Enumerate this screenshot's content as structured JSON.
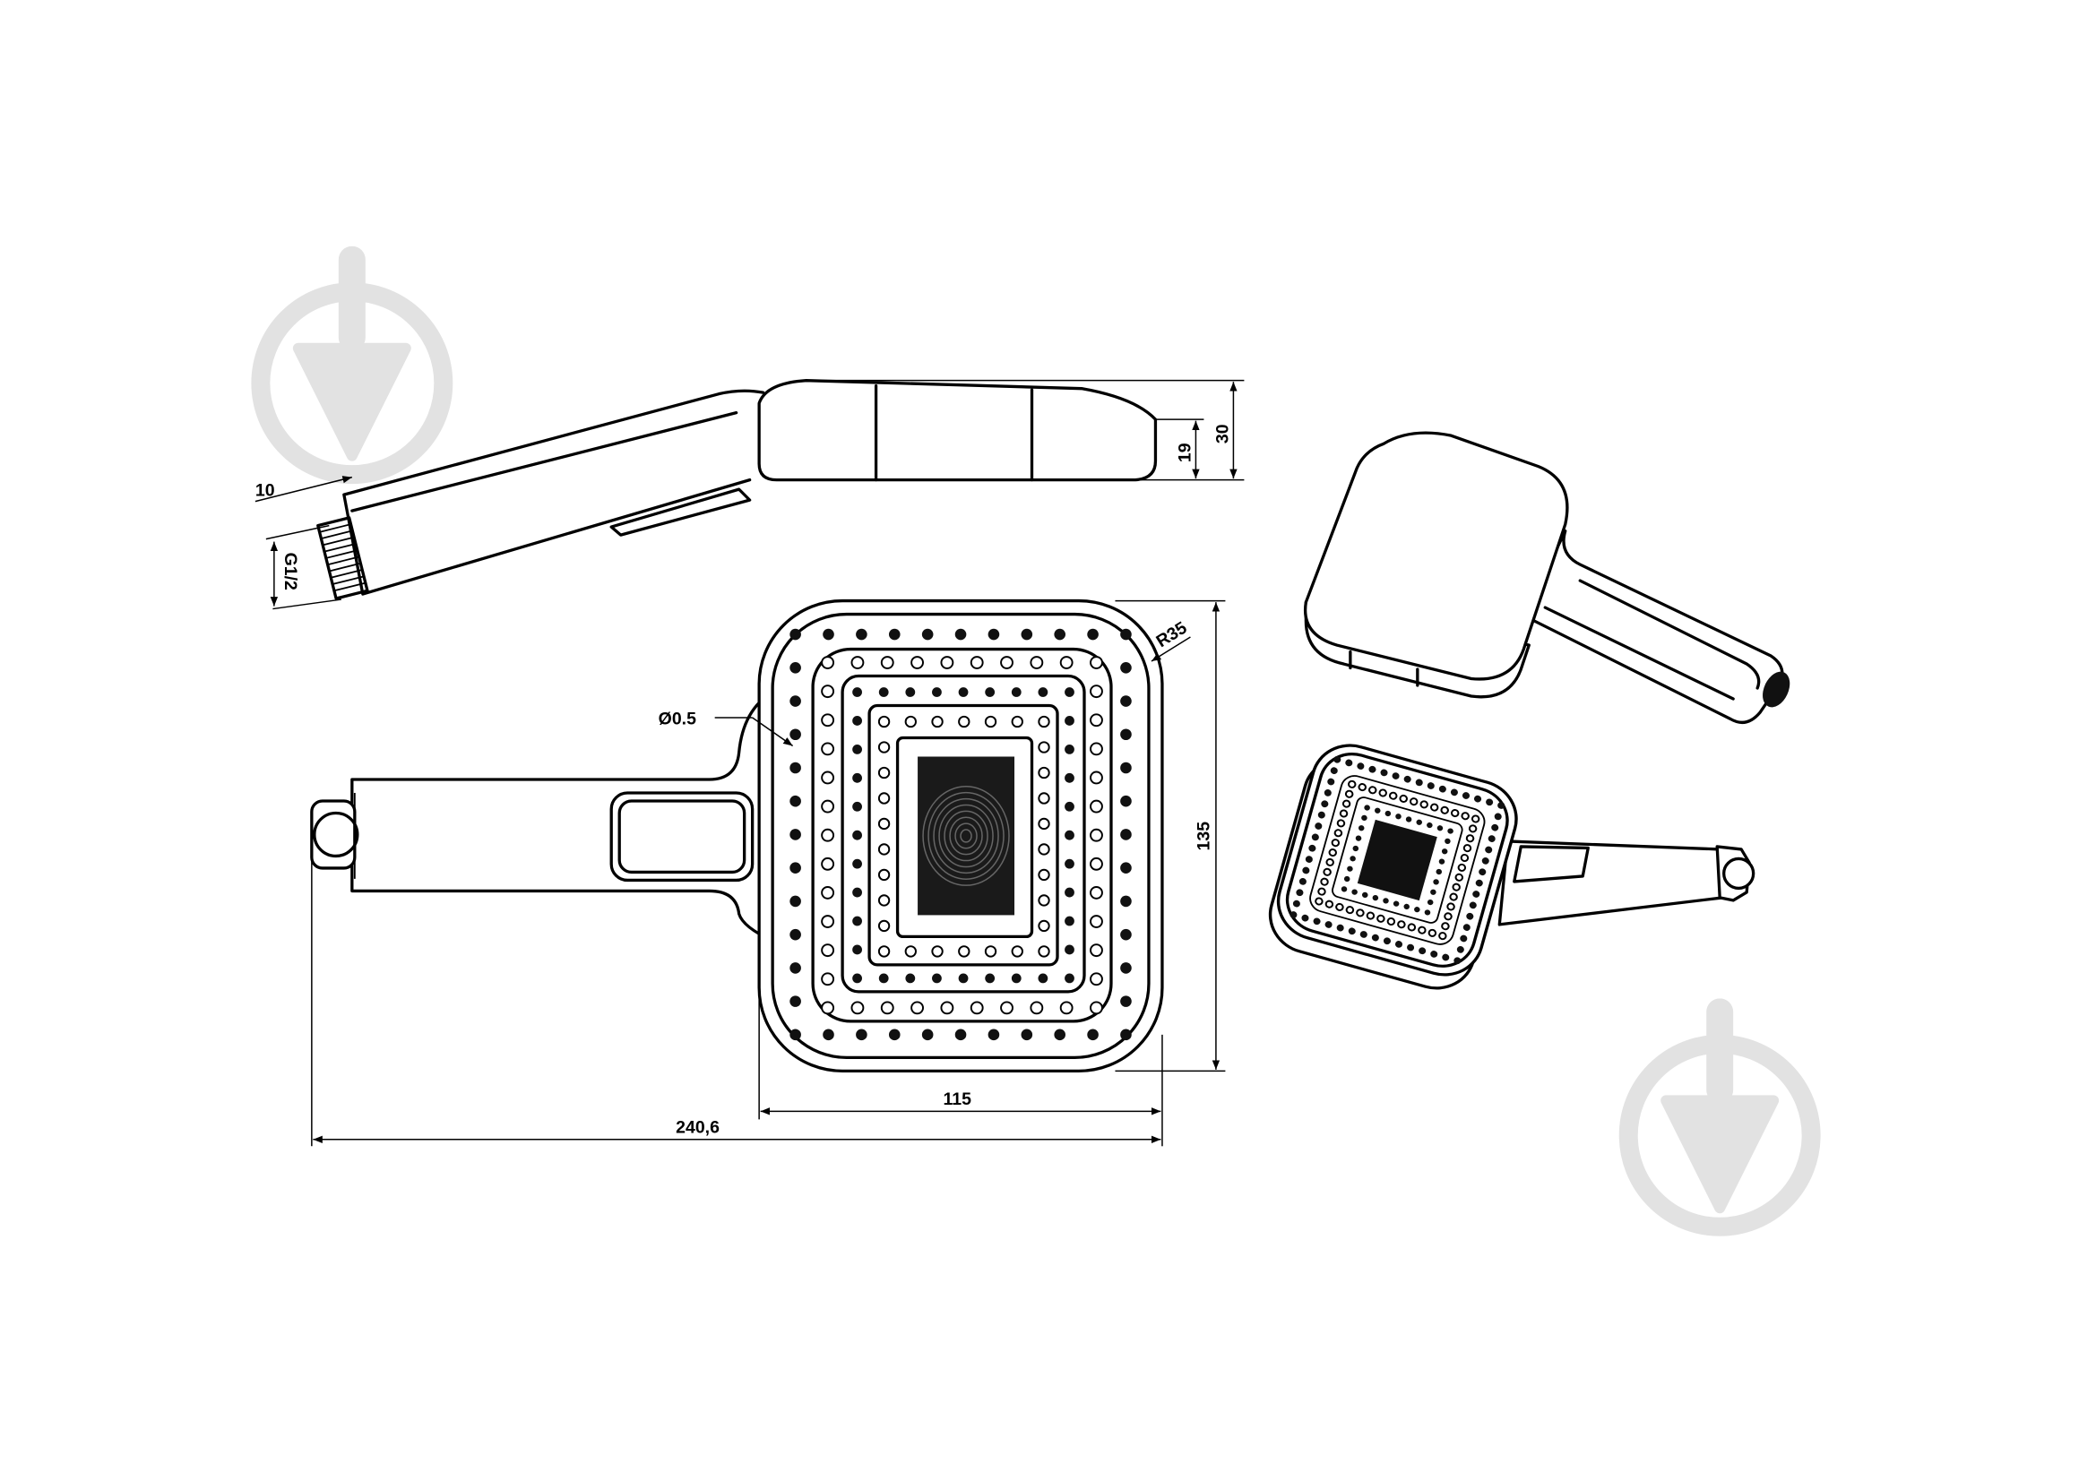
{
  "side_view": {
    "connector_length": "10",
    "thread": "G1/2",
    "head_thickness": "19",
    "total_height": "30"
  },
  "front_view": {
    "corner_radius": "R35",
    "nozzle_diameter": "Ø0.5",
    "head_height": "135",
    "head_width": "115",
    "total_length": "240,6"
  },
  "colors": {
    "line": "#000000",
    "watermark": "#e2e2e2",
    "background": "#ffffff",
    "spray_center": "#1a1a1a"
  },
  "icons": {
    "watermark": "watermark-logo-icon"
  }
}
